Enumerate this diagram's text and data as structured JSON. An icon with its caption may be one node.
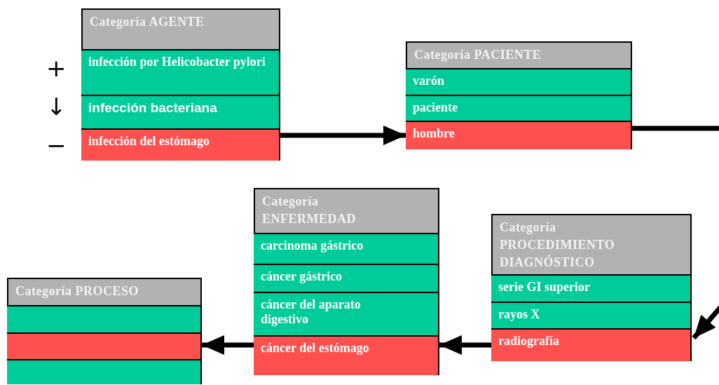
{
  "diagram": {
    "nodes": [
      {
        "text": [
          "Categoría AGENTE"
        ]
      },
      {
        "text": [
          "infección por Helicobacter pylori"
        ],
        "in": 0
      },
      {
        "text": [
          "infección bacteriana"
        ],
        "in": 0
      },
      {
        "text": [
          "infección del estómago"
        ],
        "in": 0
      },
      {
        "text": [
          "Categoría PACIENTE"
        ]
      },
      {
        "text": [
          "varón"
        ],
        "in": 4
      },
      {
        "text": [
          "paciente"
        ],
        "in": 4
      },
      {
        "text": [
          "hombre"
        ],
        "in": 4
      },
      {
        "text": [
          "Categoría PROCEDIMIENTO DIAGNÓSTICO"
        ]
      },
      {
        "text": [
          "serie GI superior"
        ],
        "in": 8
      },
      {
        "text": [
          "rayos X"
        ],
        "in": 8
      },
      {
        "text": [
          "radiografía"
        ],
        "in": 8
      },
      {
        "text": [
          "Categoría ENFERMEDAD"
        ]
      },
      {
        "text": [
          "carcinoma gástrico"
        ],
        "in": 12
      },
      {
        "text": [
          "cáncer gástrico"
        ],
        "in": 12
      },
      {
        "text": [
          "cáncer del aparato digestivo"
        ],
        "in": 12
      },
      {
        "text": [
          "cáncer del estómago"
        ],
        "in": 12
      },
      {
        "text": [
          "Categoría PROCESO"
        ]
      },
      {
        "text": [],
        "shape": "box",
        "in": 17
      },
      {
        "text": [],
        "shape": "box",
        "in": 17
      },
      {
        "text": [],
        "shape": "box",
        "in": 17
      }
    ],
    "edges": [
      {
        "from": 3,
        "to": 7,
        "arrow": "to"
      },
      {
        "from": 7,
        "to": null,
        "arrow": "none"
      },
      {
        "from": null,
        "to": 11,
        "arrow": "to"
      },
      {
        "from": 11,
        "to": 16,
        "arrow": "to"
      },
      {
        "from": 16,
        "to": 19,
        "arrow": "to"
      }
    ],
    "labels": [
      "+",
      "↓",
      "−"
    ]
  }
}
